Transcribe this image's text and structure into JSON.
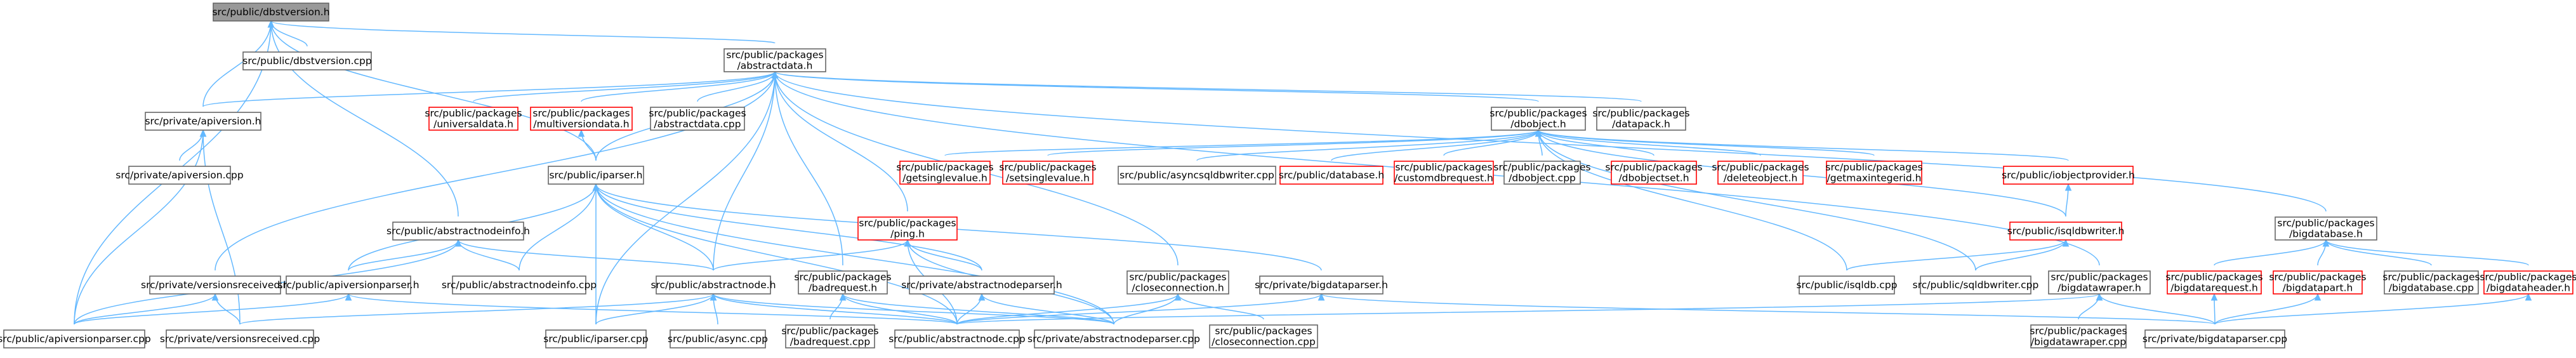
{
  "graph": {
    "colors": {
      "edge": "#63b8ff",
      "root_fill": "#999999",
      "node_border": "#666666",
      "missing_border": "#ff0000"
    },
    "nodes": [
      {
        "id": "root",
        "lines": [
          "src/public/dbstversion.h"
        ],
        "style": "root"
      },
      {
        "id": "dbstversion_cpp",
        "lines": [
          "src/public/dbstversion.cpp"
        ],
        "style": "normal"
      },
      {
        "id": "abstractdata_h",
        "lines": [
          "src/public/packages",
          "/abstractdata.h"
        ],
        "style": "normal"
      },
      {
        "id": "apiversion_h",
        "lines": [
          "src/private/apiversion.h"
        ],
        "style": "normal"
      },
      {
        "id": "apiversion_cpp",
        "lines": [
          "src/private/apiversion.cpp"
        ],
        "style": "normal"
      },
      {
        "id": "universaldata_h",
        "lines": [
          "src/public/packages",
          "/universaldata.h"
        ],
        "style": "missing"
      },
      {
        "id": "multiversiondata_h",
        "lines": [
          "src/public/packages",
          "/multiversiondata.h"
        ],
        "style": "missing"
      },
      {
        "id": "abstractdata_cpp",
        "lines": [
          "src/public/packages",
          "/abstractdata.cpp"
        ],
        "style": "normal"
      },
      {
        "id": "iparser_h",
        "lines": [
          "src/public/iparser.h"
        ],
        "style": "normal"
      },
      {
        "id": "dbobject_h",
        "lines": [
          "src/public/packages",
          "/dbobject.h"
        ],
        "style": "normal"
      },
      {
        "id": "datapack_h",
        "lines": [
          "src/public/packages",
          "/datapack.h"
        ],
        "style": "normal"
      },
      {
        "id": "getsinglevalue_h",
        "lines": [
          "src/public/packages",
          "/getsinglevalue.h"
        ],
        "style": "missing"
      },
      {
        "id": "setsinglevalue_h",
        "lines": [
          "src/public/packages",
          "/setsinglevalue.h"
        ],
        "style": "missing"
      },
      {
        "id": "asyncsqldbwriter_cpp",
        "lines": [
          "src/public/asyncsqldbwriter.cpp"
        ],
        "style": "normal"
      },
      {
        "id": "database_h",
        "lines": [
          "src/public/database.h"
        ],
        "style": "missing"
      },
      {
        "id": "customdbrequest_h",
        "lines": [
          "src/public/packages",
          "/customdbrequest.h"
        ],
        "style": "missing"
      },
      {
        "id": "dbobject_cpp",
        "lines": [
          "src/public/packages",
          "/dbobject.cpp"
        ],
        "style": "normal"
      },
      {
        "id": "dbobjectset_h",
        "lines": [
          "src/public/packages",
          "/dbobjectset.h"
        ],
        "style": "missing"
      },
      {
        "id": "deleteobject_h",
        "lines": [
          "src/public/packages",
          "/deleteobject.h"
        ],
        "style": "missing"
      },
      {
        "id": "getmaxintegerid_h",
        "lines": [
          "src/public/packages",
          "/getmaxintegerid.h"
        ],
        "style": "missing"
      },
      {
        "id": "iobjectprovider_h",
        "lines": [
          "src/public/iobjectprovider.h"
        ],
        "style": "missing"
      },
      {
        "id": "isqldbwriter_h",
        "lines": [
          "src/public/isqldbwriter.h"
        ],
        "style": "missing"
      },
      {
        "id": "ping_h",
        "lines": [
          "src/public/packages",
          "/ping.h"
        ],
        "style": "missing"
      },
      {
        "id": "abstractnodeinfo_h",
        "lines": [
          "src/public/abstractnodeinfo.h"
        ],
        "style": "normal"
      },
      {
        "id": "bigdatabase_h",
        "lines": [
          "src/public/packages",
          "/bigdatabase.h"
        ],
        "style": "normal"
      },
      {
        "id": "versionsreceived_h",
        "lines": [
          "src/private/versionsreceived.h"
        ],
        "style": "normal"
      },
      {
        "id": "apiversionparser_h",
        "lines": [
          "src/public/apiversionparser.h"
        ],
        "style": "normal"
      },
      {
        "id": "abstractnodeinfo_cpp",
        "lines": [
          "src/public/abstractnodeinfo.cpp"
        ],
        "style": "normal"
      },
      {
        "id": "abstractnode_h",
        "lines": [
          "src/public/abstractnode.h"
        ],
        "style": "normal"
      },
      {
        "id": "badrequest_h",
        "lines": [
          "src/public/packages",
          "/badrequest.h"
        ],
        "style": "normal"
      },
      {
        "id": "abstractnodeparser_h",
        "lines": [
          "src/private/abstractnodeparser.h"
        ],
        "style": "normal"
      },
      {
        "id": "closeconnection_h",
        "lines": [
          "src/public/packages",
          "/closeconnection.h"
        ],
        "style": "normal"
      },
      {
        "id": "bigdataparser_h",
        "lines": [
          "src/private/bigdataparser.h"
        ],
        "style": "normal"
      },
      {
        "id": "isqldb_cpp",
        "lines": [
          "src/public/isqldb.cpp"
        ],
        "style": "normal"
      },
      {
        "id": "sqldbwriter_cpp",
        "lines": [
          "src/public/sqldbwriter.cpp"
        ],
        "style": "normal"
      },
      {
        "id": "bigdatawraper_h",
        "lines": [
          "src/public/packages",
          "/bigdatawraper.h"
        ],
        "style": "normal"
      },
      {
        "id": "bigdatarequest_h",
        "lines": [
          "src/public/packages",
          "/bigdatarequest.h"
        ],
        "style": "missing"
      },
      {
        "id": "bigdatapart_h",
        "lines": [
          "src/public/packages",
          "/bigdatapart.h"
        ],
        "style": "missing"
      },
      {
        "id": "bigdatabase_cpp",
        "lines": [
          "src/public/packages",
          "/bigdatabase.cpp"
        ],
        "style": "normal"
      },
      {
        "id": "bigdataheader_h",
        "lines": [
          "src/public/packages",
          "/bigdataheader.h"
        ],
        "style": "missing"
      },
      {
        "id": "apiversionparser_cpp",
        "lines": [
          "src/public/apiversionparser.cpp"
        ],
        "style": "normal"
      },
      {
        "id": "versionsreceived_cpp",
        "lines": [
          "src/private/versionsreceived.cpp"
        ],
        "style": "normal"
      },
      {
        "id": "iparser_cpp",
        "lines": [
          "src/public/iparser.cpp"
        ],
        "style": "normal"
      },
      {
        "id": "async_cpp",
        "lines": [
          "src/public/async.cpp"
        ],
        "style": "normal"
      },
      {
        "id": "badrequest_cpp",
        "lines": [
          "src/public/packages",
          "/badrequest.cpp"
        ],
        "style": "normal"
      },
      {
        "id": "abstractnode_cpp",
        "lines": [
          "src/public/abstractnode.cpp"
        ],
        "style": "normal"
      },
      {
        "id": "abstractnodeparser_cpp",
        "lines": [
          "src/private/abstractnodeparser.cpp"
        ],
        "style": "normal"
      },
      {
        "id": "closeconnection_cpp",
        "lines": [
          "src/public/packages",
          "/closeconnection.cpp"
        ],
        "style": "normal"
      },
      {
        "id": "bigdatawraper_cpp",
        "lines": [
          "src/public/packages",
          "/bigdatawraper.cpp"
        ],
        "style": "normal"
      },
      {
        "id": "bigdataparser_cpp",
        "lines": [
          "src/private/bigdataparser.cpp"
        ],
        "style": "normal"
      }
    ],
    "edges": [
      [
        "root",
        "dbstversion_cpp"
      ],
      [
        "root",
        "abstractdata_h"
      ],
      [
        "root",
        "apiversion_h"
      ],
      [
        "root",
        "abstractnodeinfo_h"
      ],
      [
        "root",
        "iparser_h"
      ],
      [
        "root",
        "apiversionparser_cpp"
      ],
      [
        "abstractdata_h",
        "apiversion_h"
      ],
      [
        "abstractdata_h",
        "universaldata_h"
      ],
      [
        "abstractdata_h",
        "multiversiondata_h"
      ],
      [
        "abstractdata_h",
        "abstractdata_cpp"
      ],
      [
        "abstractdata_h",
        "iparser_h"
      ],
      [
        "abstractdata_h",
        "dbobject_h"
      ],
      [
        "abstractdata_h",
        "datapack_h"
      ],
      [
        "abstractdata_h",
        "ping_h"
      ],
      [
        "abstractdata_h",
        "abstractnode_h"
      ],
      [
        "abstractdata_h",
        "badrequest_h"
      ],
      [
        "abstractdata_h",
        "closeconnection_h"
      ],
      [
        "abstractdata_h",
        "bigdatabase_h"
      ],
      [
        "abstractdata_h",
        "bigdatawraper_h"
      ],
      [
        "abstractdata_h",
        "versionsreceived_h"
      ],
      [
        "abstractdata_h",
        "iparser_cpp"
      ],
      [
        "apiversion_h",
        "apiversion_cpp"
      ],
      [
        "apiversion_h",
        "apiversionparser_cpp"
      ],
      [
        "apiversion_h",
        "versionsreceived_cpp"
      ],
      [
        "multiversiondata_h",
        "iparser_h"
      ],
      [
        "iparser_h",
        "abstractnodeinfo_cpp"
      ],
      [
        "iparser_h",
        "apiversionparser_h"
      ],
      [
        "iparser_h",
        "abstractnode_h"
      ],
      [
        "iparser_h",
        "abstractnodeparser_h"
      ],
      [
        "iparser_h",
        "bigdataparser_h"
      ],
      [
        "iparser_h",
        "iparser_cpp"
      ],
      [
        "iparser_h",
        "abstractnode_cpp"
      ],
      [
        "iparser_h",
        "abstractnodeparser_cpp"
      ],
      [
        "dbobject_h",
        "getsinglevalue_h"
      ],
      [
        "dbobject_h",
        "setsinglevalue_h"
      ],
      [
        "dbobject_h",
        "asyncsqldbwriter_cpp"
      ],
      [
        "dbobject_h",
        "database_h"
      ],
      [
        "dbobject_h",
        "customdbrequest_h"
      ],
      [
        "dbobject_h",
        "dbobject_cpp"
      ],
      [
        "dbobject_h",
        "dbobjectset_h"
      ],
      [
        "dbobject_h",
        "deleteobject_h"
      ],
      [
        "dbobject_h",
        "getmaxintegerid_h"
      ],
      [
        "dbobject_h",
        "iobjectprovider_h"
      ],
      [
        "dbobject_h",
        "isqldbwriter_h"
      ],
      [
        "dbobject_h",
        "isqldb_cpp"
      ],
      [
        "dbobject_h",
        "sqldbwriter_cpp"
      ],
      [
        "iobjectprovider_h",
        "isqldbwriter_h"
      ],
      [
        "isqldbwriter_h",
        "isqldb_cpp"
      ],
      [
        "isqldbwriter_h",
        "sqldbwriter_cpp"
      ],
      [
        "ping_h",
        "abstractnode_h"
      ],
      [
        "ping_h",
        "abstractnodeparser_h"
      ],
      [
        "ping_h",
        "abstractnode_cpp"
      ],
      [
        "ping_h",
        "abstractnodeparser_cpp"
      ],
      [
        "abstractnodeinfo_h",
        "abstractnodeinfo_cpp"
      ],
      [
        "abstractnodeinfo_h",
        "apiversionparser_h"
      ],
      [
        "abstractnodeinfo_h",
        "abstractnode_h"
      ],
      [
        "abstractnodeinfo_h",
        "apiversionparser_cpp"
      ],
      [
        "versionsreceived_h",
        "apiversionparser_cpp"
      ],
      [
        "versionsreceived_h",
        "versionsreceived_cpp"
      ],
      [
        "apiversionparser_h",
        "apiversionparser_cpp"
      ],
      [
        "apiversionparser_h",
        "abstractnode_cpp"
      ],
      [
        "abstractnode_h",
        "iparser_cpp"
      ],
      [
        "abstractnode_h",
        "async_cpp"
      ],
      [
        "abstractnode_h",
        "abstractnode_cpp"
      ],
      [
        "abstractnode_h",
        "abstractnodeparser_cpp"
      ],
      [
        "abstractnode_h",
        "versionsreceived_cpp"
      ],
      [
        "badrequest_h",
        "badrequest_cpp"
      ],
      [
        "badrequest_h",
        "abstractnode_cpp"
      ],
      [
        "badrequest_h",
        "abstractnodeparser_cpp"
      ],
      [
        "abstractnodeparser_h",
        "abstractnode_cpp"
      ],
      [
        "abstractnodeparser_h",
        "abstractnodeparser_cpp"
      ],
      [
        "closeconnection_h",
        "abstractnode_cpp"
      ],
      [
        "closeconnection_h",
        "abstractnodeparser_cpp"
      ],
      [
        "closeconnection_h",
        "closeconnection_cpp"
      ],
      [
        "bigdataparser_h",
        "abstractnode_cpp"
      ],
      [
        "bigdataparser_h",
        "bigdataparser_cpp"
      ],
      [
        "bigdatabase_h",
        "bigdatarequest_h"
      ],
      [
        "bigdatabase_h",
        "bigdatapart_h"
      ],
      [
        "bigdatabase_h",
        "bigdatabase_cpp"
      ],
      [
        "bigdatabase_h",
        "bigdataheader_h"
      ],
      [
        "bigdatarequest_h",
        "bigdataparser_cpp"
      ],
      [
        "bigdatapart_h",
        "bigdataparser_cpp"
      ],
      [
        "bigdataheader_h",
        "bigdataparser_cpp"
      ],
      [
        "bigdatawraper_h",
        "bigdatawraper_cpp"
      ],
      [
        "bigdatawraper_h",
        "bigdataparser_cpp"
      ],
      [
        "bigdatawraper_h",
        "abstractnode_cpp"
      ]
    ]
  }
}
